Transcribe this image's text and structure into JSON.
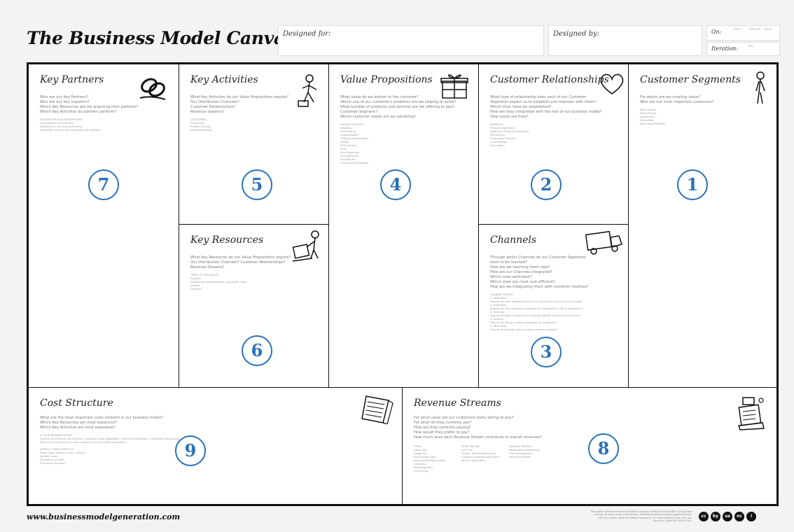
{
  "header": {
    "title": "The Business Model Canvas",
    "designed_for_label": "Designed for:",
    "designed_by_label": "Designed by:",
    "on_label": "On:",
    "iteration_label": "Iteration:",
    "date_fields": [
      "Day",
      "Month",
      "Year"
    ],
    "iteration_hint": "No."
  },
  "blocks": {
    "key_partners": {
      "title": "Key Partners",
      "number": "7",
      "questions": [
        "Who are our Key Partners?",
        "Who are our key suppliers?",
        "Which Key Resources are we acquiring from partners?",
        "Which Key Activities do partners perform?"
      ],
      "notes": [
        "MOTIVATIONS FOR PARTNERSHIPS",
        "Optimization and economy",
        "Reduction of risk and uncertainty",
        "Acquisition of particular resources and activities"
      ]
    },
    "key_activities": {
      "title": "Key Activities",
      "number": "5",
      "questions": [
        "What Key Activities do our Value Propositions require?",
        "Our Distribution Channels?",
        "Customer Relationships?",
        "Revenue streams?"
      ],
      "notes": [
        "CATEGORIES",
        "Production",
        "Problem Solving",
        "Platform/Network"
      ]
    },
    "key_resources": {
      "title": "Key Resources",
      "number": "6",
      "questions": [
        "What Key Resources do our Value Propositions require?",
        "Our Distribution Channels? Customer Relationships?",
        "Revenue Streams?"
      ],
      "notes": [
        "TYPES OF RESOURCES",
        "Physical",
        "Intellectual (brand patents, copyrights, data)",
        "Human",
        "Financial"
      ]
    },
    "value_propositions": {
      "title": "Value Propositions",
      "number": "4",
      "questions": [
        "What value do we deliver to the customer?",
        "Which one of our customer's problems are we helping to solve?",
        "What bundles of products and services are we offering to each Customer Segment?",
        "Which customer needs are we satisfying?"
      ],
      "notes": [
        "CHARACTERISTICS",
        "Newness",
        "Performance",
        "Customization",
        "\"Getting the Job Done\"",
        "Design",
        "Brand/Status",
        "Price",
        "Cost Reduction",
        "Risk Reduction",
        "Accessibility",
        "Convenience/Usability"
      ]
    },
    "customer_relationships": {
      "title": "Customer Relationships",
      "number": "2",
      "questions": [
        "What type of relationship does each of our Customer",
        "Segments expect us to establish and maintain with them?",
        "Which ones have we established?",
        "How are they integrated with the rest of our business model?",
        "How costly are they?"
      ],
      "notes": [
        "EXAMPLES",
        "Personal assistance",
        "Dedicated Personal Assistance",
        "Self-Service",
        "Automated Services",
        "Communities",
        "Co-creation"
      ]
    },
    "channels": {
      "title": "Channels",
      "number": "3",
      "questions": [
        "Through which Channels do our Customer Segments",
        "want to be reached?",
        "How are we reaching them now?",
        "How are our Channels integrated?",
        "Which ones work best?",
        "Which ones are most cost-efficient?",
        "How are we integrating them with customer routines?"
      ],
      "notes": [
        "CHANNEL PHASES",
        "1. Awareness",
        "How do we raise awareness about our company's products and services?",
        "2. Evaluation",
        "How do we help customers evaluate our organization's Value Proposition?",
        "3. Purchase",
        "How do we allow customers to purchase specific products and services?",
        "4. Delivery",
        "How do we deliver a Value Proposition to customers?",
        "5. After sales",
        "How do we provide post-purchase customer support?"
      ]
    },
    "customer_segments": {
      "title": "Customer Segments",
      "number": "1",
      "questions": [
        "For whom are we creating value?",
        "Who are our most important customers?"
      ],
      "notes": [
        "Mass Market",
        "Niche Market",
        "Segmented",
        "Diversified",
        "Multi-sided Platform"
      ]
    },
    "cost_structure": {
      "title": "Cost Structure",
      "number": "9",
      "questions": [
        "What are the most important costs inherent in our business model?",
        "Which Key Resources are most expensive?",
        "Which Key Activities are most expensive?"
      ],
      "notes": [
        "IS YOUR BUSINESS MORE",
        "Cost Driven (leanest cost structure, low price value proposition, maximum automation, extensive outsourcing)",
        "Value Driven (focused on value creation, premium value proposition)",
        "",
        "SAMPLE CHARACTERISTICS",
        "Fixed Costs (salaries, rents, utilities)",
        "Variable costs",
        "Economies of scale",
        "Economies of scope"
      ]
    },
    "revenue_streams": {
      "title": "Revenue Streams",
      "number": "8",
      "questions": [
        "For what value are our customers really willing to pay?",
        "For what do they currently pay?",
        "How are they currently paying?",
        "How would they prefer to pay?",
        "How much does each Revenue Stream contribute to overall revenues?"
      ],
      "notes_col1": [
        "TYPES",
        "Asset sale",
        "Usage fee",
        "Subscription Fees",
        "Lending/Renting/Leasing",
        "Licensing",
        "Brokerage fees",
        "Advertising"
      ],
      "notes_col2": [
        "FIXED PRICING",
        "List Price",
        "Product feature dependent",
        "Customer segment dependent",
        "Volume dependent"
      ],
      "notes_col3": [
        "DYNAMIC PRICING",
        "Negotiation (bargaining)",
        "Yield Management",
        "Real-time-Market"
      ]
    }
  },
  "footer": {
    "url": "www.businessmodelgeneration.com",
    "license": "This work is licensed under the Creative Commons Attribution-Share Alike 3.0 Unported License. To view a copy of this license, visit http://creativecommons.org/licenses/by-sa/3.0/ or send a letter to Creative Commons, 171 Second Street, Suite 300, San Francisco, California, 94105, USA.",
    "cc_icons": [
      "cc",
      "by",
      "sa",
      "nc",
      "i"
    ]
  },
  "colors": {
    "accent": "#2a72b8",
    "border": "#111111",
    "background": "#f3f3f3"
  }
}
